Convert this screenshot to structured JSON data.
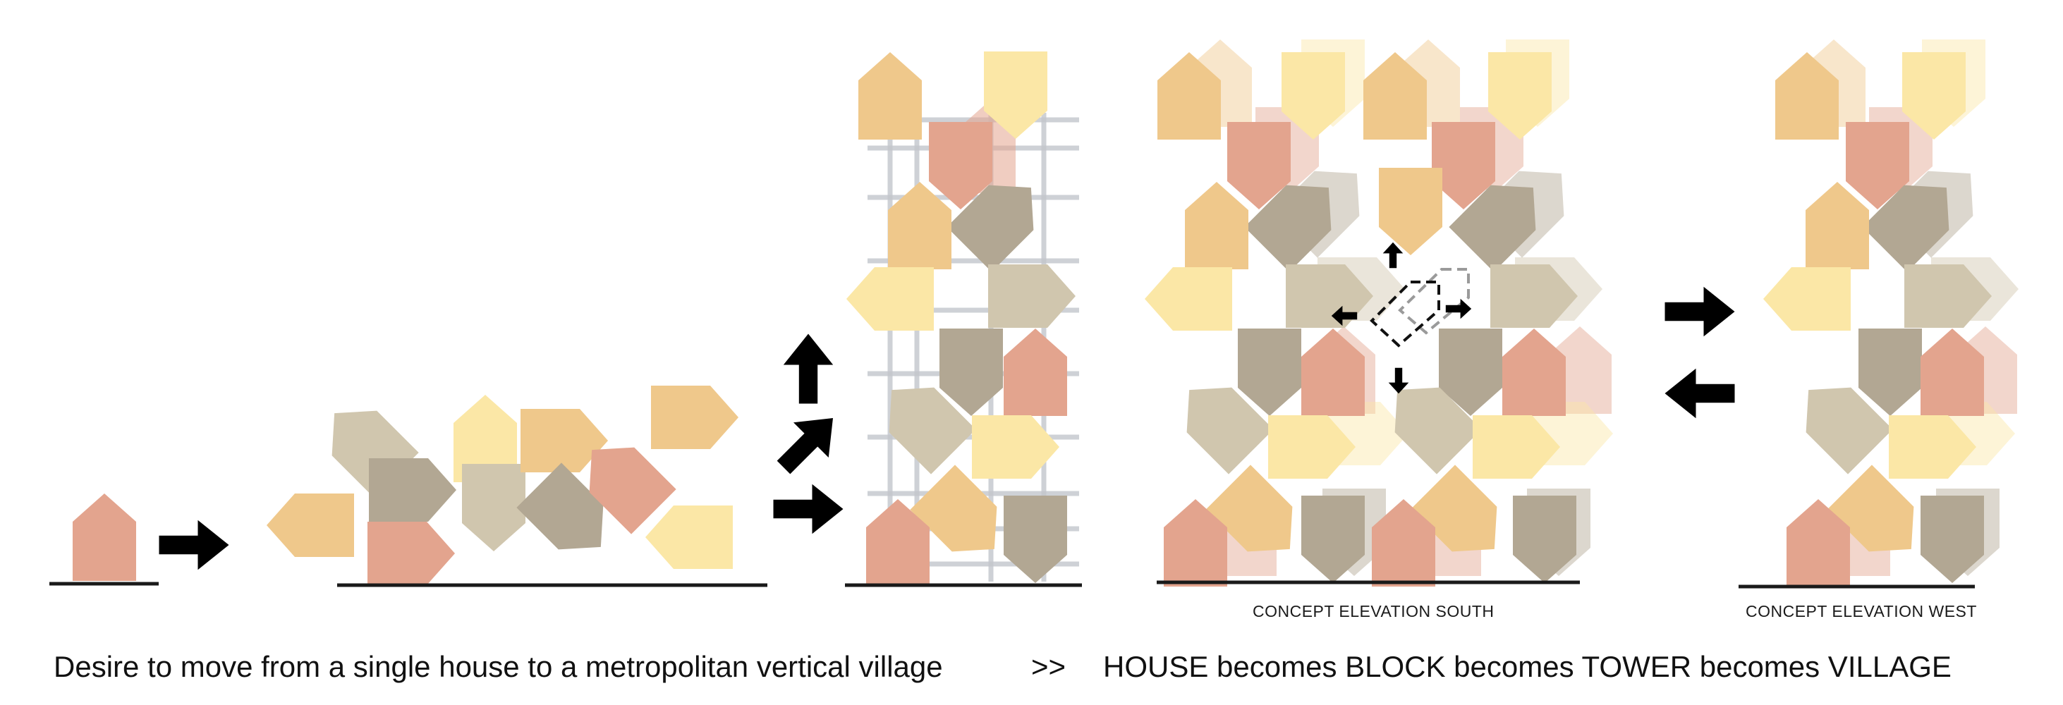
{
  "labels": {
    "south": "CONCEPT ELEVATION SOUTH",
    "west": "CONCEPT ELEVATION WEST"
  },
  "caption": {
    "left": "Desire to move from a single house to a metropolitan vertical village",
    "separator": ">>",
    "right": "HOUSE becomes BLOCK becomes TOWER becomes VILLAGE"
  },
  "colors": {
    "salmon": "#e3a48e",
    "orange": "#efc88b",
    "yellow": "#fbe7a6",
    "beige": "#d0c6ae",
    "taupe": "#b2a793",
    "grid": "#c3c6cc",
    "arrow": "#000000"
  }
}
